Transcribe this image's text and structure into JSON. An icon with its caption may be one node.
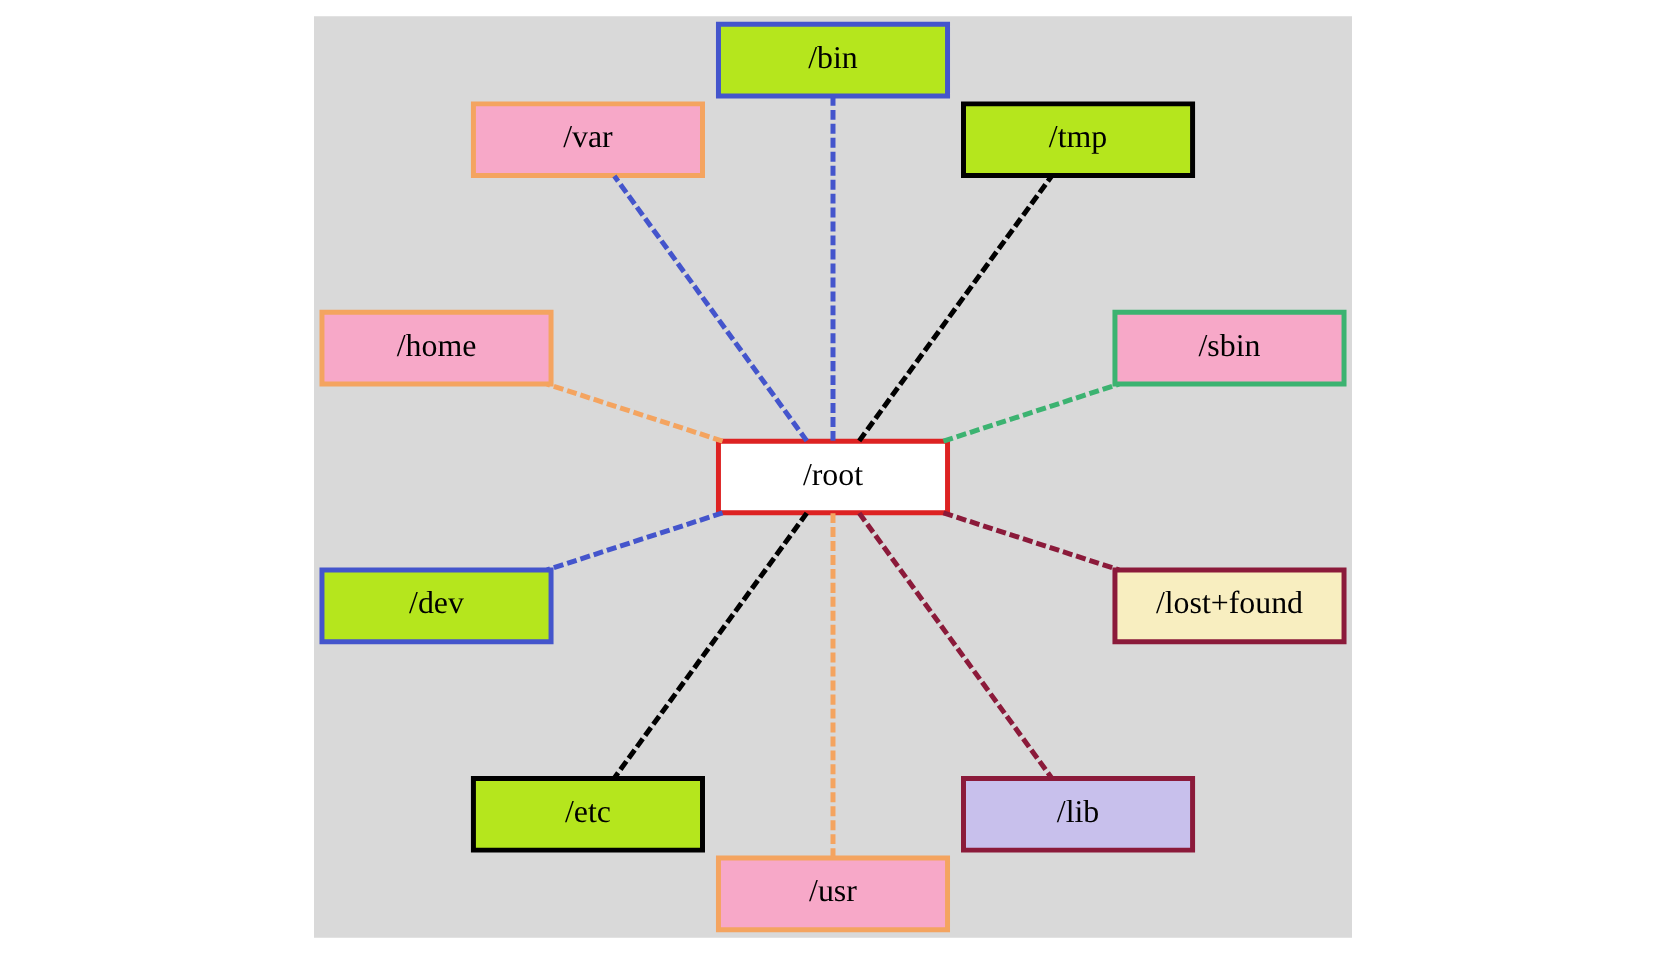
{
  "diagram": {
    "nodes": [
      {
        "text": [
          "/sbin"
        ]
      },
      {
        "text": [
          "/tmp"
        ]
      },
      {
        "text": [
          "/bin"
        ]
      },
      {
        "text": [
          "/var"
        ]
      },
      {
        "text": [
          "/root"
        ]
      },
      {
        "text": [
          "/home"
        ]
      },
      {
        "text": [
          "/dev"
        ]
      },
      {
        "text": [
          "/etc"
        ]
      },
      {
        "text": [
          "/usr"
        ]
      },
      {
        "text": [
          "/lib"
        ]
      },
      {
        "text": [
          "/lost+found"
        ]
      }
    ],
    "edges": [
      {
        "from": 4,
        "to": 0,
        "arrow": "none",
        "style": "dashed",
        "color": "#3cb371"
      },
      {
        "from": 4,
        "to": 1,
        "arrow": "none",
        "style": "dashed",
        "color": "#000000"
      },
      {
        "from": 4,
        "to": 2,
        "arrow": "none",
        "style": "dashed",
        "color": "#4455cc"
      },
      {
        "from": 4,
        "to": 3,
        "arrow": "none",
        "style": "dashed",
        "color": "#4455cc"
      },
      {
        "from": 4,
        "to": 5,
        "arrow": "none",
        "style": "dashed",
        "color": "#f4a460"
      },
      {
        "from": 4,
        "to": 6,
        "arrow": "none",
        "style": "dashed",
        "color": "#4455cc"
      },
      {
        "from": 4,
        "to": 7,
        "arrow": "none",
        "style": "dashed",
        "color": "#000000"
      },
      {
        "from": 4,
        "to": 8,
        "arrow": "none",
        "style": "dashed",
        "color": "#f4a460"
      },
      {
        "from": 4,
        "to": 9,
        "arrow": "none",
        "style": "dashed",
        "color": "#8b1a3a"
      },
      {
        "from": 4,
        "to": 10,
        "arrow": "none",
        "style": "dashed",
        "color": "#8b1a3a"
      }
    ]
  }
}
